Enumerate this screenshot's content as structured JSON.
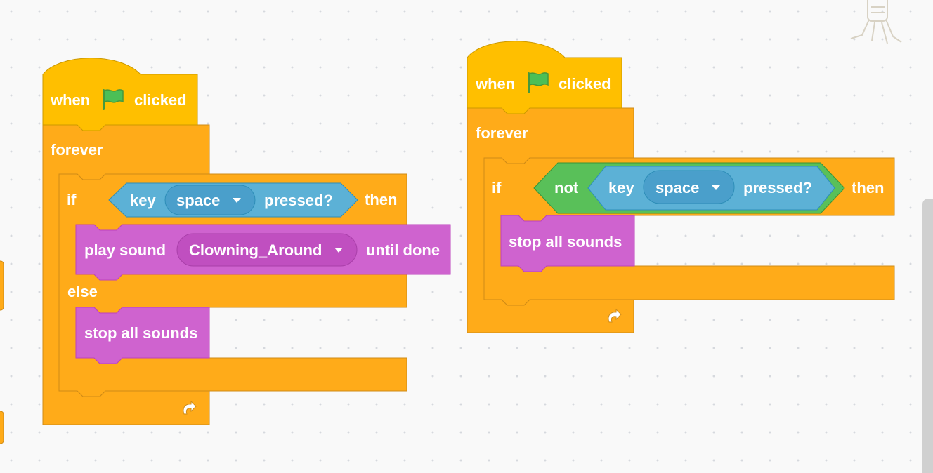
{
  "workspace": {
    "scripts": [
      {
        "hat": {
          "when": "when",
          "icon": "green-flag-icon",
          "clicked": "clicked"
        },
        "forever": {
          "label": "forever",
          "loop_icon": "loop-arrow-icon"
        },
        "if_else": {
          "if": "if",
          "then": "then",
          "else": "else",
          "condition": {
            "key": "key",
            "key_value": "space",
            "pressed": "pressed?"
          },
          "if_body": {
            "play_sound": "play sound",
            "sound": "Clowning_Around",
            "until_done": "until done"
          },
          "else_body": {
            "stop_all": "stop all sounds"
          }
        }
      },
      {
        "hat": {
          "when": "when",
          "icon": "green-flag-icon",
          "clicked": "clicked"
        },
        "forever": {
          "label": "forever",
          "loop_icon": "loop-arrow-icon"
        },
        "if": {
          "if": "if",
          "then": "then",
          "condition": {
            "not": "not",
            "key": "key",
            "key_value": "space",
            "pressed": "pressed?"
          },
          "body": {
            "stop_all": "stop all sounds"
          }
        }
      }
    ]
  },
  "colors": {
    "events": "#ffbf00",
    "control": "#ffab19",
    "sensing": "#5cb1d6",
    "operators": "#59c059",
    "sound": "#cf63cf",
    "flag": "#4cbf56"
  }
}
